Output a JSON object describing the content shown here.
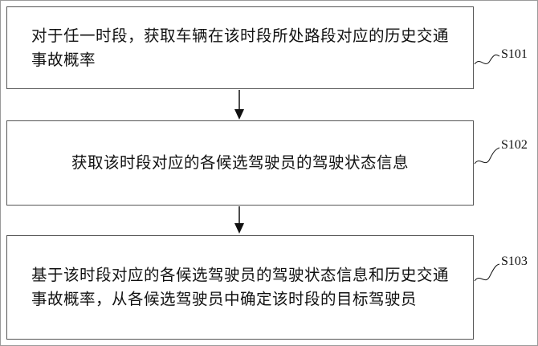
{
  "steps": [
    {
      "id": "S101",
      "lines": [
        "对于任一时段，获取车辆在该时段所处路段对应的历史交通",
        "事故概率"
      ]
    },
    {
      "id": "S102",
      "lines": [
        "获取该时段对应的各候选驾驶员的驾驶状态信息"
      ]
    },
    {
      "id": "S103",
      "lines": [
        "基于该时段对应的各候选驾驶员的驾驶状态信息和历史交通",
        "事故概率，从各候选驾驶员中确定该时段的目标驾驶员"
      ]
    }
  ],
  "colors": {
    "box_border": "#555555",
    "arrow": "#111111",
    "outer_border": "#9a9a9a"
  }
}
